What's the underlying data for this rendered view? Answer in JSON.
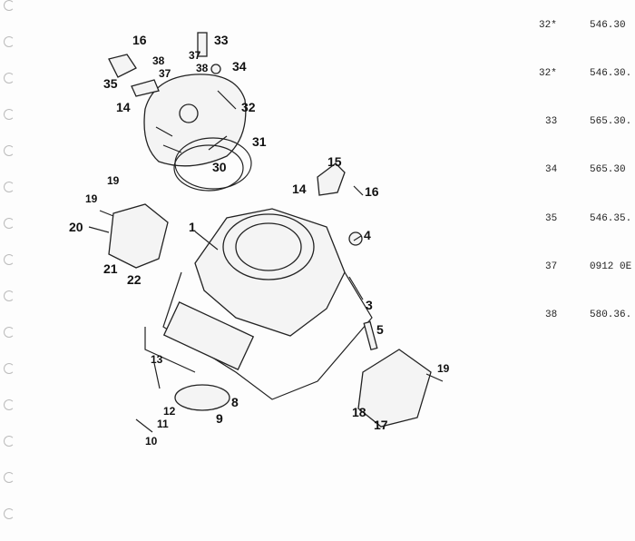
{
  "callouts": [
    "16",
    "33",
    "38",
    "37",
    "37",
    "38",
    "34",
    "35",
    "14",
    "32",
    "31",
    "30",
    "15",
    "14",
    "16",
    "19",
    "19",
    "20",
    "21",
    "22",
    "1",
    "4",
    "3",
    "5",
    "13",
    "12",
    "11",
    "10",
    "9",
    "8",
    "19",
    "18",
    "17"
  ],
  "parts_table": [
    {
      "ref": "32*",
      "part": "546.30"
    },
    {
      "ref": "32*",
      "part": "546.30."
    },
    {
      "ref": "33",
      "part": "565.30."
    },
    {
      "ref": "34",
      "part": "565.30"
    },
    {
      "ref": "35",
      "part": "546.35."
    },
    {
      "ref": "37",
      "part": "0912 0E"
    },
    {
      "ref": "38",
      "part": "580.36."
    }
  ]
}
